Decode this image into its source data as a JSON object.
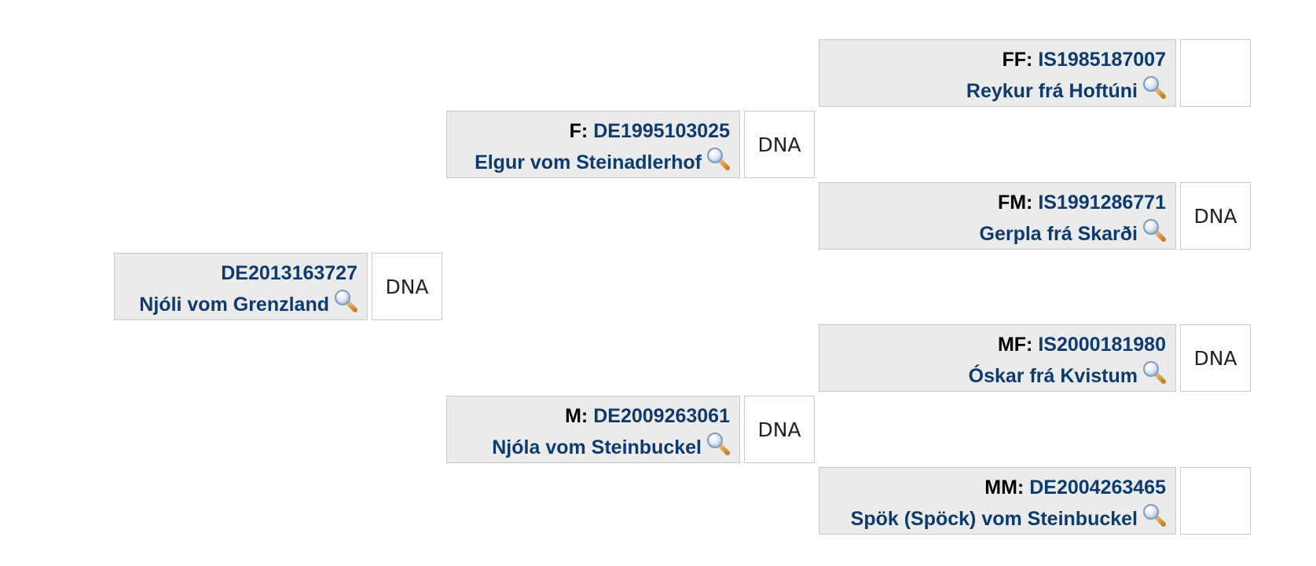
{
  "subject": {
    "reg": "DE2013163727",
    "name": "Njóli vom Grenzland",
    "dna": "DNA"
  },
  "f": {
    "label": "F:",
    "reg": "DE1995103025",
    "name": "Elgur vom Steinadlerhof",
    "dna": "DNA"
  },
  "m": {
    "label": "M:",
    "reg": "DE2009263061",
    "name": "Njóla vom Steinbuckel",
    "dna": "DNA"
  },
  "ff": {
    "label": "FF:",
    "reg": "IS1985187007",
    "name": "Reykur frá Hoftúni",
    "dna": ""
  },
  "fm": {
    "label": "FM:",
    "reg": "IS1991286771",
    "name": "Gerpla frá Skarði",
    "dna": "DNA"
  },
  "mf": {
    "label": "MF:",
    "reg": "IS2000181980",
    "name": "Óskar frá Kvistum",
    "dna": "DNA"
  },
  "mm": {
    "label": "MM:",
    "reg": "DE2004263465",
    "name": "Spök (Spöck) vom Steinbuckel",
    "dna": ""
  },
  "icons": {
    "search": "magnifier-icon"
  },
  "colors": {
    "link": "#0d3b6e",
    "box_bg": "#ebebeb",
    "border": "#c9c9c9"
  }
}
